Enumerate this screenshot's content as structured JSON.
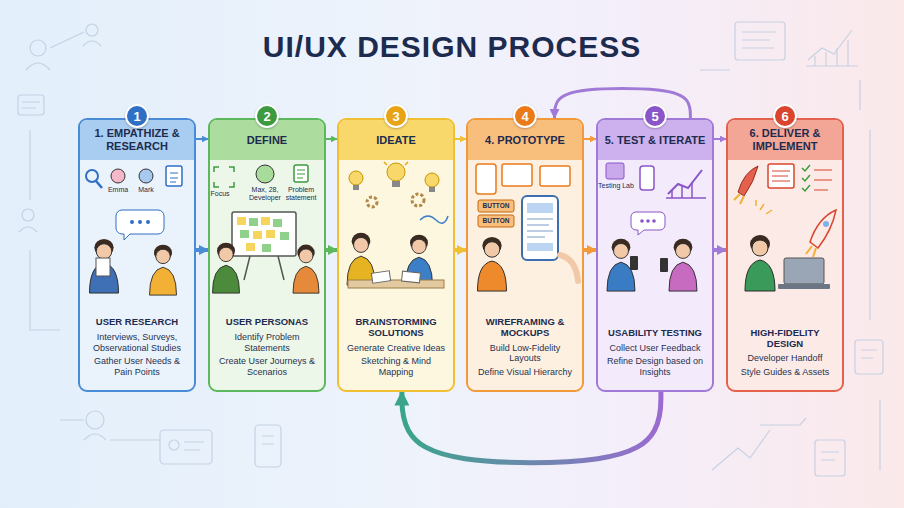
{
  "diagram": {
    "title": "UI/UX DESIGN PROCESS",
    "nodes": [
      {
        "text": [
          "1"
        ]
      },
      {
        "text": [
          "1. EMPATHIZE & RESEARCH",
          "USER RESEARCH",
          "Interviews, Surveys, Observational Studies",
          "Gather User Needs & Pain Points"
        ]
      },
      {
        "text": [
          "2"
        ]
      },
      {
        "text": [
          "DEFINE",
          "USER PERSONAS",
          "Identify Problem Statements",
          "Create User Journeys & Scenarios"
        ]
      },
      {
        "text": [
          "3"
        ]
      },
      {
        "text": [
          "IDEATE",
          "BRAINSTORMING SOLUTIONS",
          "Generate Creative Ideas",
          "Sketching & Mind Mapping"
        ]
      },
      {
        "text": [
          "4"
        ]
      },
      {
        "text": [
          "4. PROTOTYPE",
          "WIREFRAMING & MOCKUPS",
          "Build Low-Fidelity Layouts",
          "Define Visual Hierarchy"
        ]
      },
      {
        "text": [
          "5"
        ]
      },
      {
        "text": [
          "5. TEST & ITERATE",
          "USABILITY TESTING",
          "Collect User Feedback",
          "Refine Design based on Insights"
        ]
      },
      {
        "text": [
          "6"
        ]
      },
      {
        "text": [
          "6. DELIVER & IMPLEMENT",
          "HIGH-FIDELITY DESIGN",
          "Developer Handoff",
          "Style Guides & Assets"
        ]
      }
    ],
    "edges": [
      {
        "from": 1,
        "to": 3,
        "arrow": "to"
      },
      {
        "from": 1,
        "to": 3,
        "arrow": "to"
      },
      {
        "from": 3,
        "to": 5,
        "arrow": "to"
      },
      {
        "from": 3,
        "to": 5,
        "arrow": "to"
      },
      {
        "from": 5,
        "to": 7,
        "arrow": "to"
      },
      {
        "from": 5,
        "to": 7,
        "arrow": "to"
      },
      {
        "from": 7,
        "to": 9,
        "arrow": "to"
      },
      {
        "from": 7,
        "to": 9,
        "arrow": "to"
      },
      {
        "from": 9,
        "to": 11,
        "arrow": "to"
      },
      {
        "from": 9,
        "to": 11,
        "arrow": "to"
      },
      {
        "from": 9,
        "to": 7,
        "arrow": "to"
      },
      {
        "from": 9,
        "to": 5,
        "arrow": "to"
      }
    ],
    "labels": [
      "Emma",
      "Mark",
      "Focus",
      "Max, 28, Developer",
      "Problem statement",
      "BUTTON",
      "BUTTON",
      "Testing Lab"
    ]
  }
}
